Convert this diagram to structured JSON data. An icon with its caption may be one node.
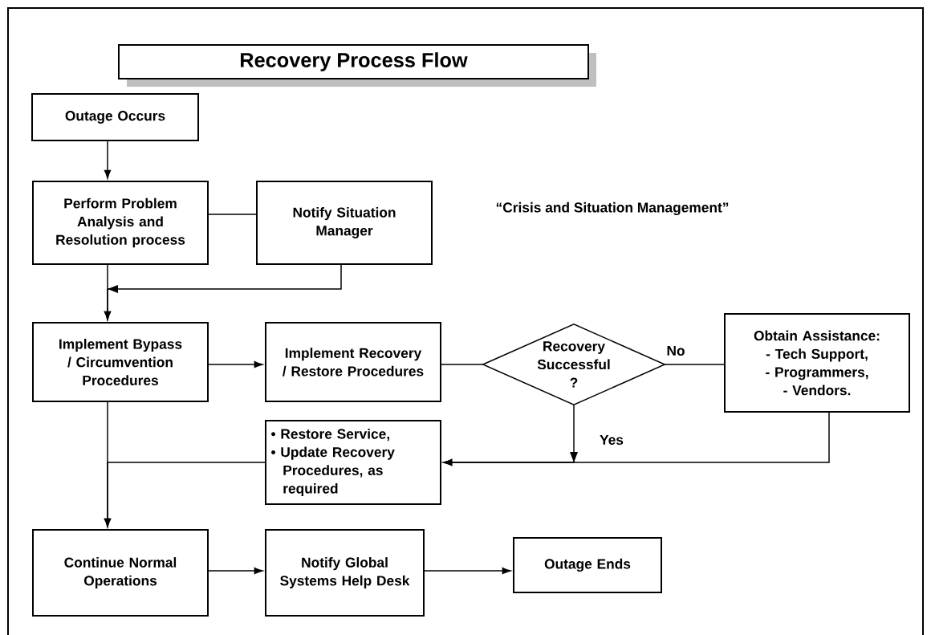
{
  "diagram": {
    "title": "Recovery Process Flow",
    "nodes": [
      {
        "text": [
          "Outage Occurs"
        ]
      },
      {
        "text": [
          "Perform Problem Analysis and Resolution process"
        ]
      },
      {
        "text": [
          "Notify Situation Manager"
        ]
      },
      {
        "text": [
          "Implement Bypass / Circumvention Procedures"
        ]
      },
      {
        "text": [
          "Implement Recovery / Restore Procedures"
        ]
      },
      {
        "text": [
          "Recovery Successful ?"
        ]
      },
      {
        "text": [
          "Obtain Assistance:",
          "- Tech Support,",
          "- Programmers,",
          "- Vendors."
        ]
      },
      {
        "text": [
          "• Restore Service,",
          "• Update Recovery Procedures, as required"
        ]
      },
      {
        "text": [
          "Continue Normal Operations"
        ]
      },
      {
        "text": [
          "Notify Global Systems Help Desk"
        ]
      },
      {
        "text": [
          "Outage Ends"
        ]
      }
    ],
    "edges": [
      {
        "from": 0,
        "to": 1,
        "arrow": "to"
      },
      {
        "from": 1,
        "to": 2,
        "arrow": "none"
      },
      {
        "from": 1,
        "to": 3,
        "arrow": "to"
      },
      {
        "from": 2,
        "to": 3,
        "arrow": "to"
      },
      {
        "from": 3,
        "to": 4,
        "arrow": "to"
      },
      {
        "from": 4,
        "to": 5,
        "arrow": "none"
      },
      {
        "from": 5,
        "to": 6,
        "arrow": "none",
        "label": "No"
      },
      {
        "from": 5,
        "to": 7,
        "arrow": "to",
        "label": "Yes"
      },
      {
        "from": 6,
        "to": 7,
        "arrow": "to"
      },
      {
        "from": 3,
        "to": 8,
        "arrow": "to"
      },
      {
        "from": 7,
        "to": 8,
        "arrow": "to"
      },
      {
        "from": 8,
        "to": 9,
        "arrow": "to"
      },
      {
        "from": 9,
        "to": 10,
        "arrow": "to"
      }
    ],
    "labels": [
      "“Crisis and Situation Management”"
    ]
  }
}
